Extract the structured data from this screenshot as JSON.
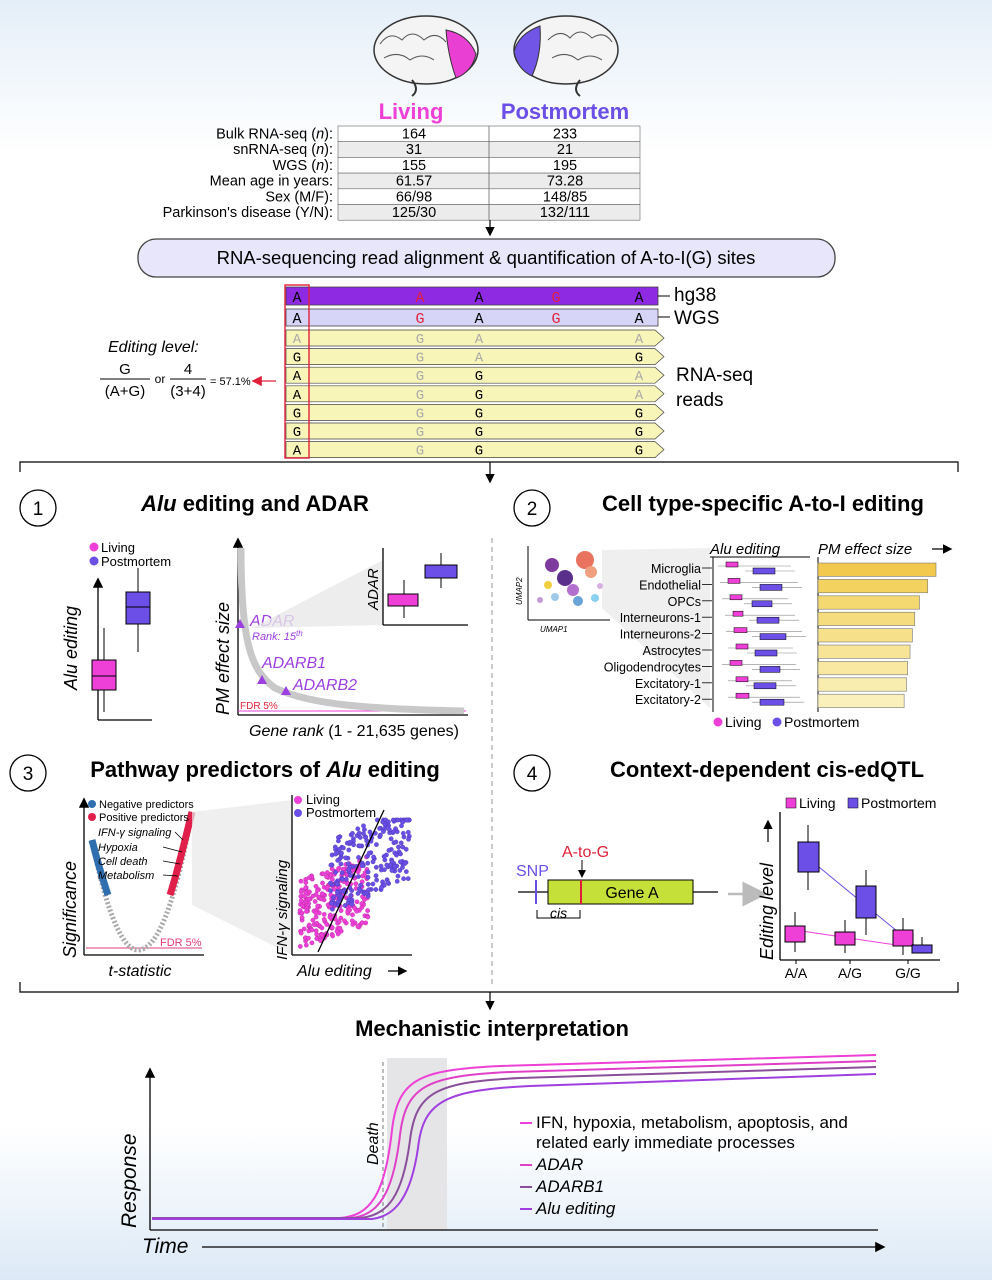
{
  "header": {
    "living_label": "Living",
    "postmortem_label": "Postmortem",
    "living_color": "#ee3fd6",
    "postmortem_color": "#6b4fe6"
  },
  "cohort_table": {
    "rows": [
      {
        "label": "Bulk RNA-seq (n):",
        "living": "164",
        "postmortem": "233"
      },
      {
        "label": "snRNA-seq (n):",
        "living": "31",
        "postmortem": "21"
      },
      {
        "label": "WGS (n):",
        "living": "155",
        "postmortem": "195"
      },
      {
        "label": "Mean age in years:",
        "living": "61.57",
        "postmortem": "73.28"
      },
      {
        "label": "Sex (M/F):",
        "living": "66/98",
        "postmortem": "148/85"
      },
      {
        "label": "Parkinson's disease (Y/N):",
        "living": "125/30",
        "postmortem": "132/111"
      }
    ]
  },
  "pipeline_box": "RNA-sequencing read alignment & quantification of A-to-I(G) sites",
  "alignment": {
    "hg38": {
      "label": "hg38",
      "bases": [
        "A",
        "A",
        "A",
        "G",
        "A"
      ]
    },
    "wgs": {
      "label": "WGS",
      "bases": [
        "A",
        "G",
        "A",
        "G",
        "A"
      ]
    },
    "reads_label_1": "RNA-seq",
    "reads_label_2": "reads",
    "reads": [
      [
        "A",
        "G",
        "A",
        "",
        "A"
      ],
      [
        "G",
        "G",
        "A",
        "",
        "G"
      ],
      [
        "A",
        "G",
        "G",
        "",
        "A"
      ],
      [
        "A",
        "G",
        "G",
        "",
        "A"
      ],
      [
        "G",
        "G",
        "G",
        "",
        "G"
      ],
      [
        "G",
        "G",
        "G",
        "",
        "G"
      ],
      [
        "A",
        "G",
        "G",
        "",
        "G"
      ]
    ],
    "editing_title": "Editing level:",
    "frac1_num": "G",
    "frac1_den": "(A+G)",
    "or": "or",
    "frac2_num": "4",
    "frac2_den": "(3+4)",
    "result": "= 57.1%"
  },
  "panel1": {
    "num": "1",
    "title_italic": "Alu",
    "title_rest": " editing and ADAR",
    "legend_living": "Living",
    "legend_postmortem": "Postmortem",
    "box_ylabel": "Alu editing",
    "curve_ylabel": "PM effect size",
    "curve_xlabel_italic": "Gene rank",
    "curve_xlabel_rest": " (1 - 21,635 genes)",
    "adar": "ADAR",
    "adar_rank": "Rank: 15",
    "adar_rank_sup": "th",
    "adarb1": "ADARB1",
    "adarb2": "ADARB2",
    "fdr": "FDR 5%",
    "inset_ylabel": "ADAR"
  },
  "panel2": {
    "num": "2",
    "title": "Cell type-specific A-to-I editing",
    "umap_x": "UMAP1",
    "umap_y": "UMAP2",
    "col_alu": "Alu editing",
    "col_pm": "PM effect size",
    "cell_types": [
      "Microglia",
      "Endothelial",
      "OPCs",
      "Interneurons-1",
      "Interneurons-2",
      "Astrocytes",
      "Oligodendrocytes",
      "Excitatory-1",
      "Excitatory-2"
    ],
    "effect_sizes": [
      1.0,
      0.93,
      0.86,
      0.82,
      0.8,
      0.78,
      0.76,
      0.75,
      0.73
    ],
    "legend_living": "Living",
    "legend_postmortem": "Postmortem"
  },
  "panel3": {
    "num": "3",
    "title_rest": "Pathway predictors of ",
    "title_italic": "Alu",
    "title_end": " editing",
    "neg": "Negative predictors",
    "pos": "Positive predictors",
    "pathways": [
      "IFN-γ signaling",
      "Hypoxia",
      "Cell death",
      "Metabolism"
    ],
    "fdr": "FDR 5%",
    "xlabel": "t-statistic",
    "ylabel": "Significance",
    "sc_living": "Living",
    "sc_postmortem": "Postmortem",
    "sc_ylabel": "IFN-γ signaling",
    "sc_xlabel": "Alu editing"
  },
  "panel4": {
    "num": "4",
    "title": "Context-dependent cis-edQTL",
    "snp": "SNP",
    "atog": "A-to-G",
    "gene": "Gene A",
    "cis": "cis",
    "legend_living": "Living",
    "legend_postmortem": "Postmortem",
    "ylabel": "Editing level",
    "genotypes": [
      "A/A",
      "A/G",
      "G/G"
    ]
  },
  "mechanistic": {
    "title": "Mechanistic interpretation",
    "death": "Death",
    "ylabel": "Response",
    "xlabel": "Time",
    "legend": [
      {
        "text": "IFN, hypoxia, metabolism, apoptosis, and",
        "color": "#ee3fd6"
      },
      {
        "text": "related early immediate processes",
        "color": ""
      },
      {
        "text": "ADAR",
        "color": "#e040c8"
      },
      {
        "text": "ADARB1",
        "color": "#8a4f9a"
      },
      {
        "text": "Alu editing",
        "color": "#a03ee0"
      }
    ]
  }
}
